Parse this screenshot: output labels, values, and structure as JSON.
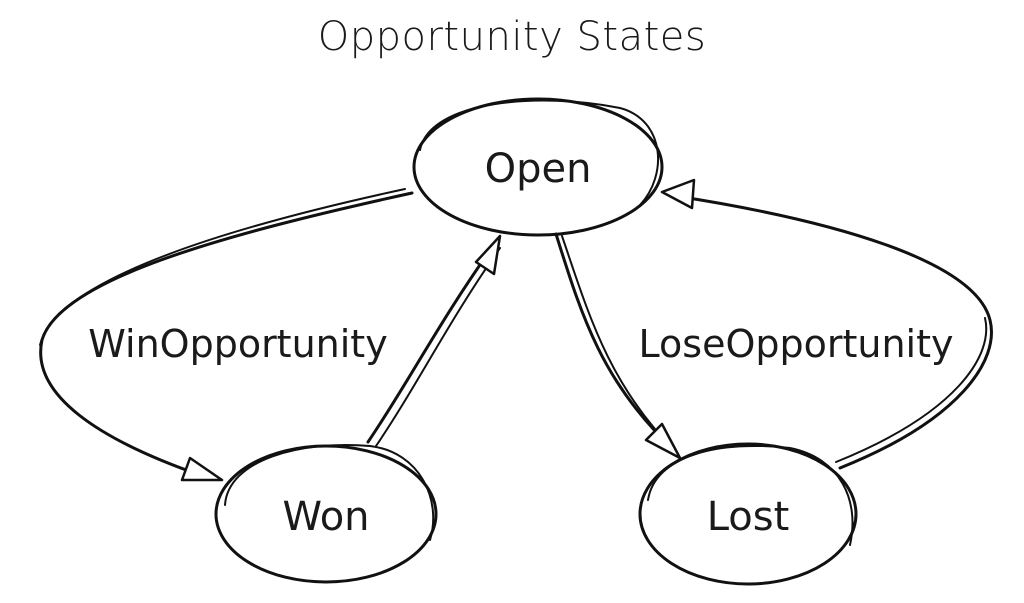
{
  "diagram": {
    "title": "Opportunity States",
    "states": {
      "open": "Open",
      "won": "Won",
      "lost": "Lost"
    },
    "transitions": {
      "win": "WinOpportunity",
      "lose": "LoseOpportunity"
    }
  }
}
